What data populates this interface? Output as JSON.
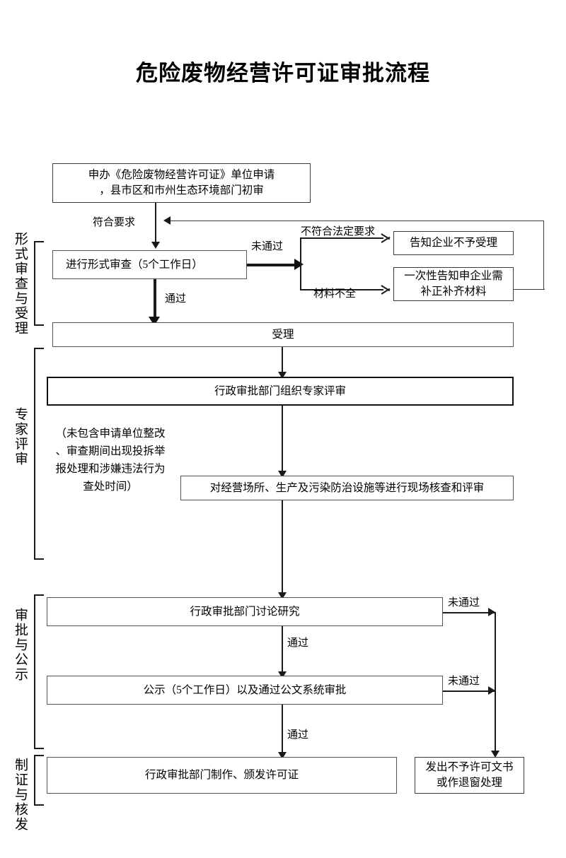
{
  "title": "危险废物经营许可证审批流程",
  "stages": [
    {
      "id": "stage-form-review",
      "label": "形式审查与受理"
    },
    {
      "id": "stage-expert-review",
      "label": "专家评审"
    },
    {
      "id": "stage-approval-publicity",
      "label": "审批与公示"
    },
    {
      "id": "stage-certificate-issue",
      "label": "制证与核发"
    }
  ],
  "nodes": {
    "application": "申办《危险废物经营许可证》单位申请，县市区和市州生态环境部门初审",
    "form_review": "进行形式审查（5个工作日）",
    "reject_accept": "告知企业不予受理",
    "supplement_materials": "一次性告知申企业需补正补齐材料",
    "accepted": "受理",
    "expert_panel": "行政审批部门组织专家评审",
    "site_inspection": "对经营场所、生产及污染防治设施等进行现场核查和评审",
    "discussion": "行政审批部门讨论研究",
    "publicity": "公示（5个工作日）以及通过公文系统审批",
    "issue_license": "行政审批部门制作、颁发许可证",
    "refusal_document": "发出不予许可文书或作退窗处理"
  },
  "node_lines": {
    "application_line1": "申办《危险废物经营许可证》单位申请",
    "application_line2": "，县市区和市州生态环境部门初审",
    "supplement_line1": "一次性告知申企业需",
    "supplement_line2": "补正补齐材料",
    "refusal_line1": "发出不予许可文书",
    "refusal_line2": "或作退窗处理"
  },
  "edge_labels": {
    "meets_requirements": "符合要求",
    "not_passed_1": "未通过",
    "passed_1": "通过",
    "not_legal_requirements": "不符合法定要求",
    "incomplete_materials": "材料不全",
    "not_passed_2": "未通过",
    "passed_2": "通过",
    "not_passed_3": "未通过",
    "passed_3": "通过"
  },
  "note": {
    "line1": "（未包含申请单位整改",
    "line2": "、审查期间出现投拆举",
    "line3": "报处理和涉嫌违法行为",
    "line4": "查处时间）"
  },
  "colors": {
    "ink": "#1a1a1a",
    "box_border": "#3a3a3a",
    "background": "#ffffff"
  }
}
